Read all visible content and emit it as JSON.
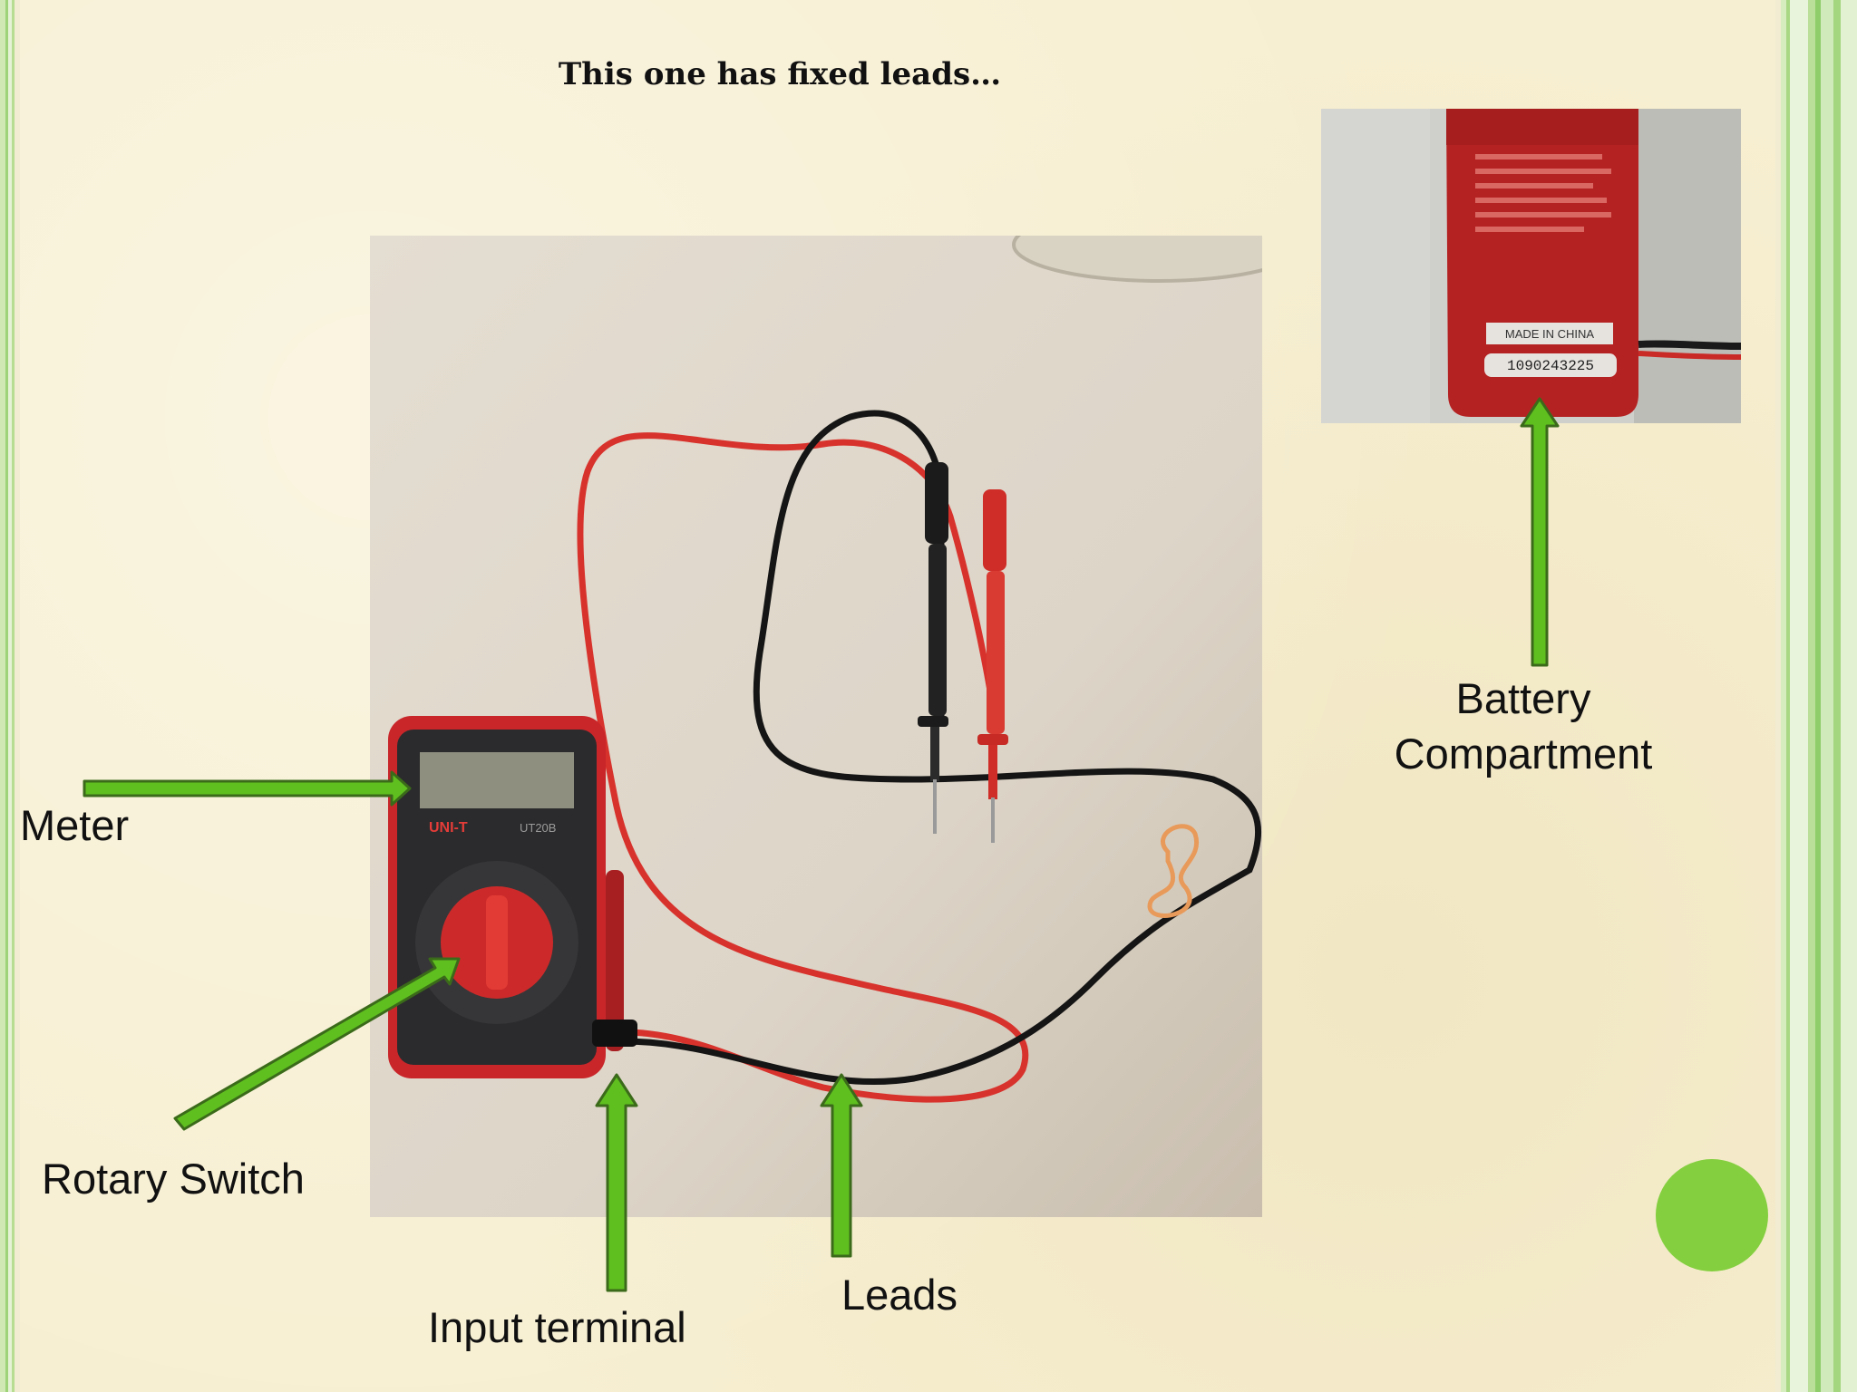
{
  "slide": {
    "title": "This one has fixed leads…",
    "labels": {
      "meter": "Meter",
      "rotary_switch": "Rotary Switch",
      "input_terminal": "Input terminal",
      "leads": "Leads",
      "battery_line1": "Battery",
      "battery_line2": "Compartment"
    },
    "inset_text": {
      "made_in": "MADE IN CHINA",
      "serial": "1090243225"
    },
    "meter_text": {
      "brand": "UNI-T",
      "model": "UT20B"
    },
    "colors": {
      "arrow": "#5fbf1f",
      "arrow_outline": "#3b6b1a",
      "accent_dot": "#84cf3f",
      "meter_red": "#c9262a",
      "lead_red": "#d8322c",
      "lead_black": "#151515"
    }
  }
}
